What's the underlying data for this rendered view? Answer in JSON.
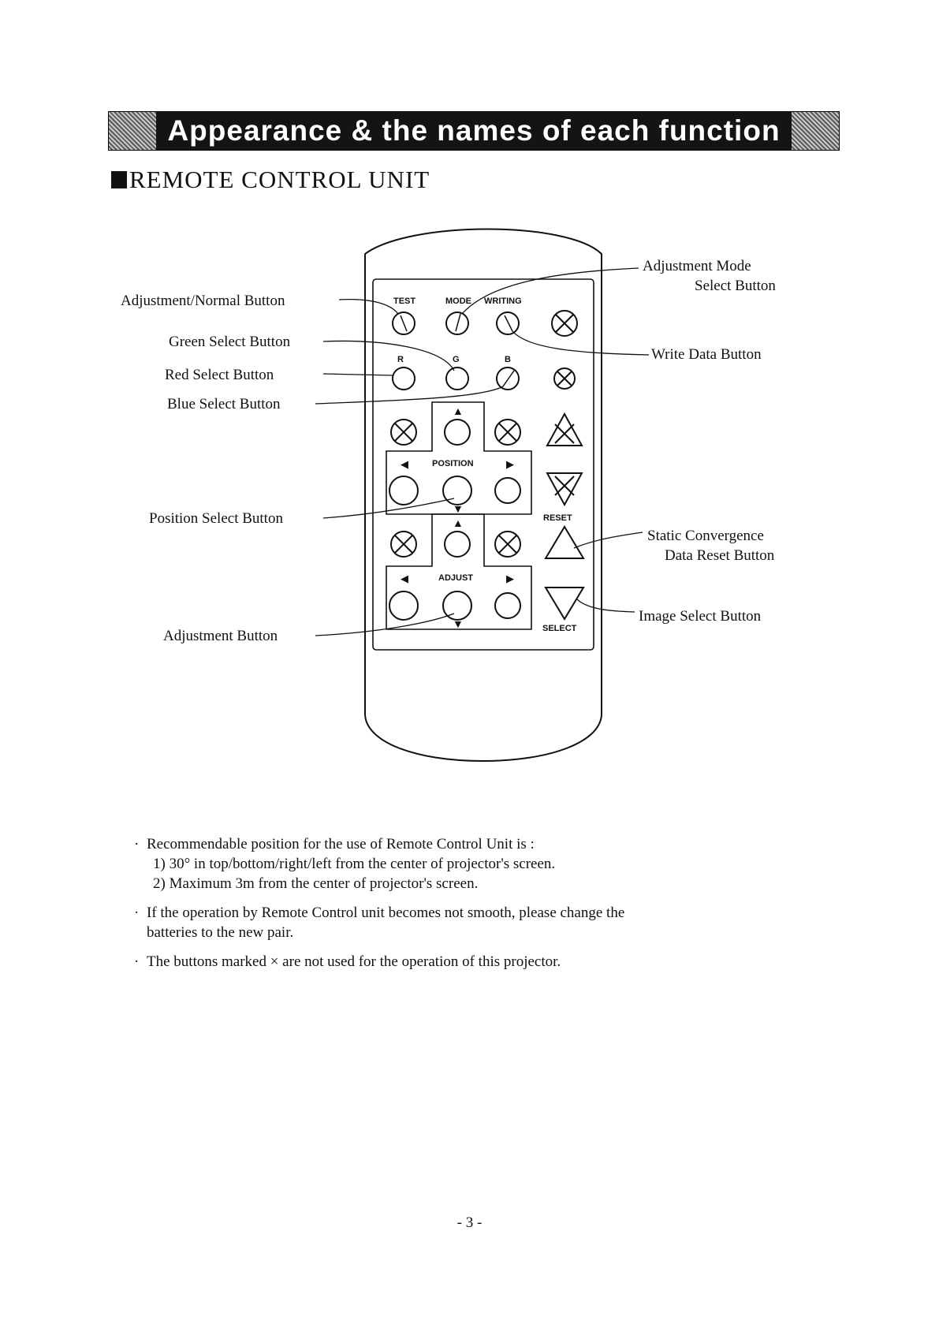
{
  "header": {
    "banner_title": "Appearance & the names of each function",
    "section_title": "REMOTE CONTROL UNIT"
  },
  "remote": {
    "labels_top": [
      "TEST",
      "MODE",
      "WRITING"
    ],
    "labels_rgb": [
      "R",
      "G",
      "B"
    ],
    "position_label": "POSITION",
    "reset_label": "RESET",
    "adjust_label": "ADJUST",
    "select_label": "SELECT"
  },
  "callouts": {
    "adjustment_normal": "Adjustment/Normal Button",
    "green_select": "Green Select Button",
    "red_select": "Red Select Button",
    "blue_select": "Blue Select Button",
    "position_select": "Position Select Button",
    "adjustment": "Adjustment Button",
    "adjustment_mode_1": "Adjustment Mode",
    "adjustment_mode_2": "Select Button",
    "write_data": "Write Data Button",
    "static_conv_1": "Static Convergence",
    "static_conv_2": "Data Reset Button",
    "image_select": "Image Select Button"
  },
  "notes": {
    "bullet": "·",
    "n1": "Recommendable position for the use of Remote Control Unit is :",
    "n1_1": "1) 30°  in top/bottom/right/left from the center of projector's screen.",
    "n1_2": "2) Maximum 3m from the center of projector's screen.",
    "n2_1": "If the operation by Remote Control unit becomes not smooth, please change the",
    "n2_2": "batteries to the new pair.",
    "n3": "The buttons marked × are not used for the operation of this projector."
  },
  "footer": {
    "page_number": "- 3 -"
  }
}
